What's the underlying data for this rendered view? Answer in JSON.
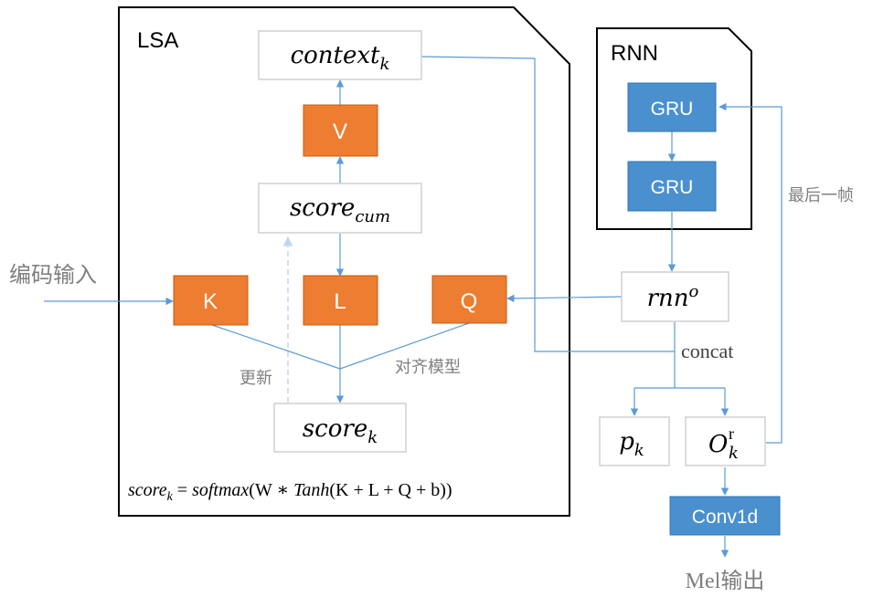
{
  "colors": {
    "orange": "#ED7D31",
    "blue": "#4A90CF",
    "arrow": "#5B9BD5",
    "gray_text": "#7F7F7F",
    "box_border": "#D0D0D0"
  },
  "lsa": {
    "title": "LSA",
    "context": {
      "base": "context",
      "sub": "k"
    },
    "v": "V",
    "score_cum": {
      "base": "score",
      "sub": "cum"
    },
    "k": "K",
    "l": "L",
    "q": "Q",
    "score_k": {
      "base": "score",
      "sub": "k"
    },
    "update_label": "更新",
    "align_label": "对齐模型",
    "formula": {
      "lhs": "score",
      "lhs_sub": "k",
      "eq": " = ",
      "fn": "softmax",
      "open": "(W ∗ ",
      "tanh": "Tanh",
      "args": "(K + L + Q + b))"
    }
  },
  "rnn": {
    "title": "RNN",
    "gru1": "GRU",
    "gru2": "GRU",
    "rnn_out": {
      "base": "rnn",
      "sup": "o"
    },
    "concat": "concat",
    "last_frame": "最后一帧"
  },
  "outputs": {
    "p": {
      "base": "p",
      "sub": "k"
    },
    "o": {
      "base": "O",
      "sub": "k",
      "sup": "r"
    },
    "conv": "Conv1d",
    "mel": "Mel输出"
  },
  "input_label": "编码输入"
}
